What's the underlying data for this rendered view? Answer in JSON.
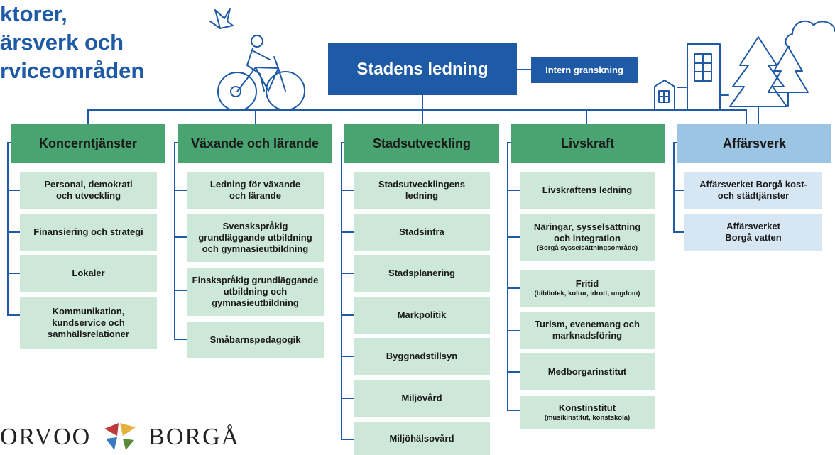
{
  "title_lines": [
    "ktorer,",
    "ärsverk och",
    "rviceområden"
  ],
  "top": {
    "leadership": "Stadens ledning",
    "audit": "Intern granskning"
  },
  "columns": [
    {
      "header": "Koncerntjänster",
      "items": [
        {
          "text": "Personal, demokrati och utveckling",
          "sub": ""
        },
        {
          "text": "Finansiering och strategi",
          "sub": ""
        },
        {
          "text": "Lokaler",
          "sub": ""
        },
        {
          "text": "Kommunikation, kundservice och samhällsrelationer",
          "sub": ""
        }
      ]
    },
    {
      "header": "Växande och lärande",
      "items": [
        {
          "text": "Ledning för växande och lärande",
          "sub": ""
        },
        {
          "text": "Svenskspråkig grundläggande utbildning och gymnasieutbildning",
          "sub": ""
        },
        {
          "text": "Finskspråkig grundläggande utbildning och gymnasieutbildning",
          "sub": ""
        },
        {
          "text": "Småbarnspedagogik",
          "sub": ""
        }
      ]
    },
    {
      "header": "Stadsutveckling",
      "items": [
        {
          "text": "Stadsutvecklingens ledning",
          "sub": ""
        },
        {
          "text": "Stadsinfra",
          "sub": ""
        },
        {
          "text": "Stadsplanering",
          "sub": ""
        },
        {
          "text": "Markpolitik",
          "sub": ""
        },
        {
          "text": "Byggnadstillsyn",
          "sub": ""
        },
        {
          "text": "Miljövård",
          "sub": ""
        },
        {
          "text": "Miljöhälsovård",
          "sub": ""
        }
      ]
    },
    {
      "header": "Livskraft",
      "items": [
        {
          "text": "Livskraftens ledning",
          "sub": ""
        },
        {
          "text": "Näringar, sysselsättning och integration",
          "sub": "(Borgå sysselsättningsområde)"
        },
        {
          "text": "Fritid",
          "sub": "(bibliotek, kultur, idrott, ungdom)"
        },
        {
          "text": "Turism, evenemang och marknadsföring",
          "sub": ""
        },
        {
          "text": "Medborgarinstitut",
          "sub": ""
        },
        {
          "text": "Konstinstitut",
          "sub": "(musikinstitut, konstskola)"
        }
      ]
    },
    {
      "header": "Affärsverk",
      "items": [
        {
          "text": "Affärsverket Borgå kost- och städtjänster",
          "sub": ""
        },
        {
          "text": "Affärsverket Borgå vatten",
          "sub": ""
        }
      ]
    }
  ],
  "logo": {
    "left": "ORVOO",
    "right": "BORGÅ"
  },
  "colors": {
    "blue": "#1f5aa6",
    "green_header": "#4aa471",
    "green_box": "#cde7d8",
    "aff_header": "#9cc4e3",
    "aff_box": "#d6e6f3"
  },
  "icons": [
    "bird-icon",
    "cyclist-icon",
    "cloud-icon",
    "building-icon",
    "tree-icon"
  ]
}
